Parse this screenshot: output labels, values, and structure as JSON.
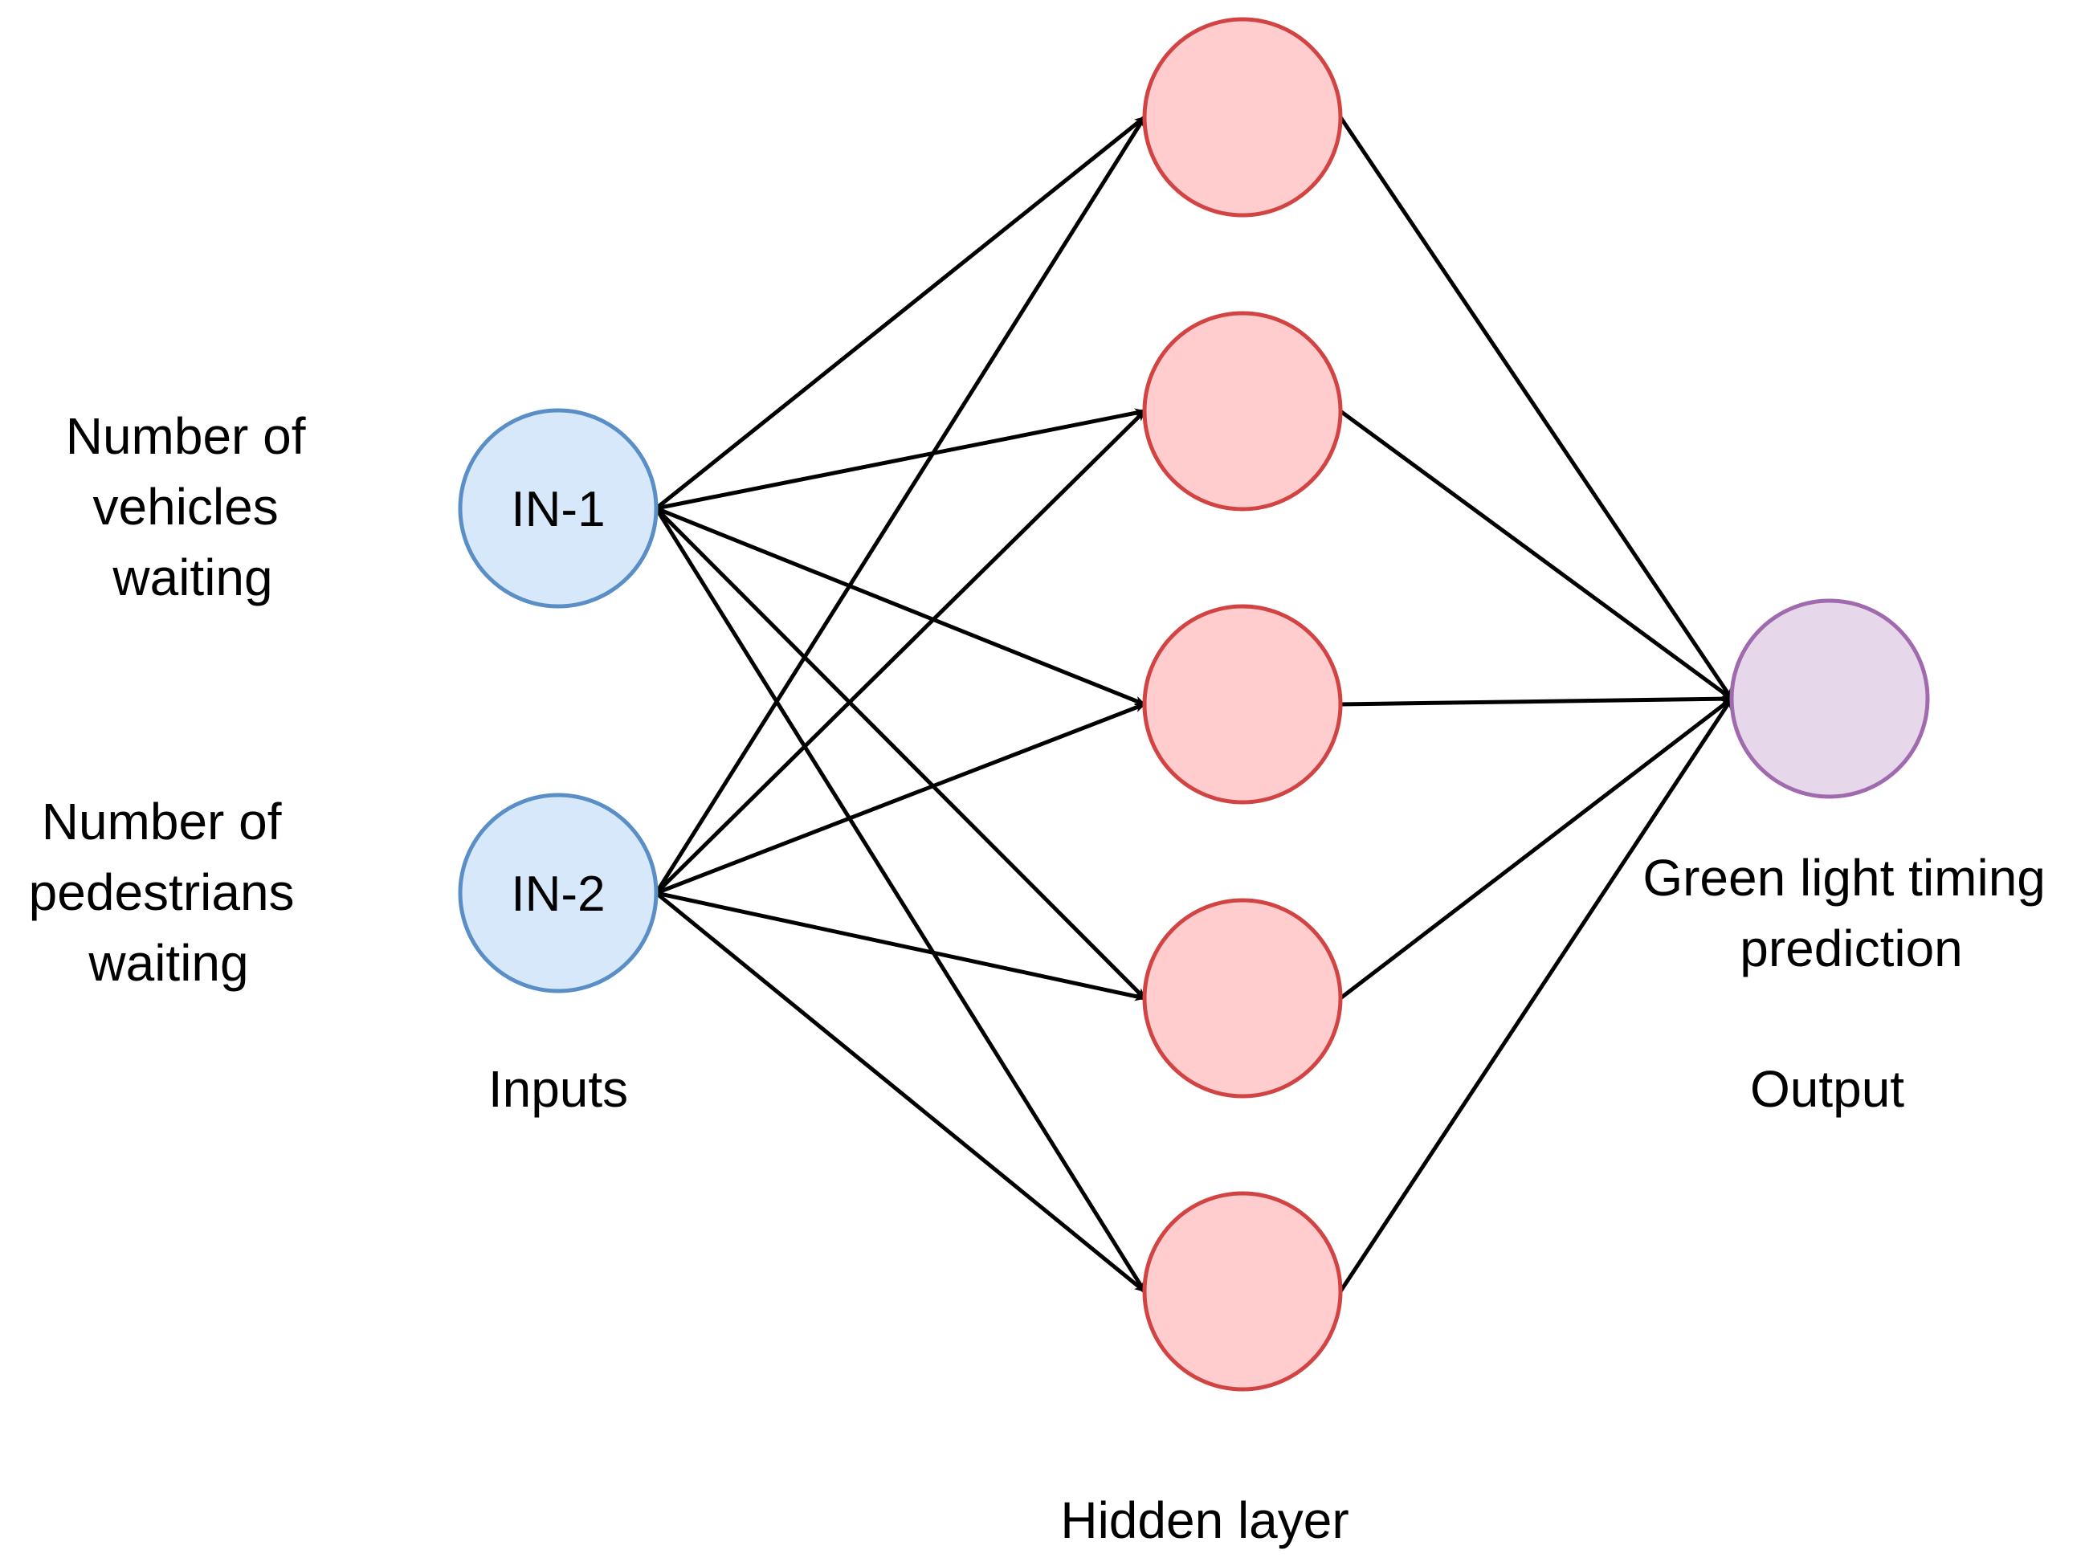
{
  "colors": {
    "input_fill": "#d6e8f9",
    "input_stroke": "#5a8ec6",
    "hidden_fill": "#ffcdcd",
    "hidden_stroke": "#d24444",
    "output_fill": "#e7d7ea",
    "output_stroke": "#a06aae",
    "edge": "#000000"
  },
  "inputs": [
    {
      "id": "IN-1",
      "label": "IN-1",
      "description_lines": [
        "Number of",
        "vehicles",
        "waiting"
      ]
    },
    {
      "id": "IN-2",
      "label": "IN-2",
      "description_lines": [
        "Number of",
        "pedestrians",
        "waiting"
      ]
    }
  ],
  "hidden_nodes": [
    "H1",
    "H2",
    "H3",
    "H4",
    "H5"
  ],
  "output": {
    "description_lines": [
      "Green light timing",
      "prediction"
    ]
  },
  "layer_labels": {
    "inputs": "Inputs",
    "hidden": "Hidden layer",
    "output": "Output"
  },
  "edges": [
    {
      "from": "IN-1",
      "to": "H1"
    },
    {
      "from": "IN-1",
      "to": "H2"
    },
    {
      "from": "IN-1",
      "to": "H3"
    },
    {
      "from": "IN-1",
      "to": "H4"
    },
    {
      "from": "IN-1",
      "to": "H5"
    },
    {
      "from": "IN-2",
      "to": "H1"
    },
    {
      "from": "IN-2",
      "to": "H2"
    },
    {
      "from": "IN-2",
      "to": "H3"
    },
    {
      "from": "IN-2",
      "to": "H4"
    },
    {
      "from": "IN-2",
      "to": "H5"
    },
    {
      "from": "H1",
      "to": "OUT"
    },
    {
      "from": "H2",
      "to": "OUT"
    },
    {
      "from": "H3",
      "to": "OUT"
    },
    {
      "from": "H4",
      "to": "OUT"
    },
    {
      "from": "H5",
      "to": "OUT"
    }
  ]
}
